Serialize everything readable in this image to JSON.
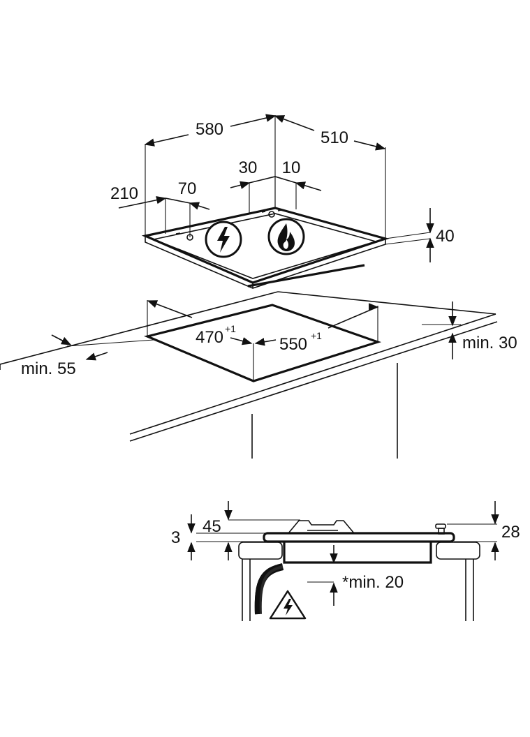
{
  "top_view": {
    "width": "580",
    "depth": "510",
    "conn_offset_1": "30",
    "conn_offset_2": "10",
    "left_offset": "210",
    "left_small": "70",
    "height": "40"
  },
  "cutout": {
    "depth_value": "470",
    "depth_tol": "+1",
    "width_value": "550",
    "width_tol": "+1",
    "min_back": "min. 30",
    "min_front": "min. 55"
  },
  "section_view": {
    "total_height": "45",
    "glass": "3",
    "knob": "28",
    "clearance": "*min. 20"
  },
  "icons": {
    "electric": "electric-bolt-icon",
    "gas": "gas-flame-icon",
    "warning": "electric-warning-icon"
  }
}
